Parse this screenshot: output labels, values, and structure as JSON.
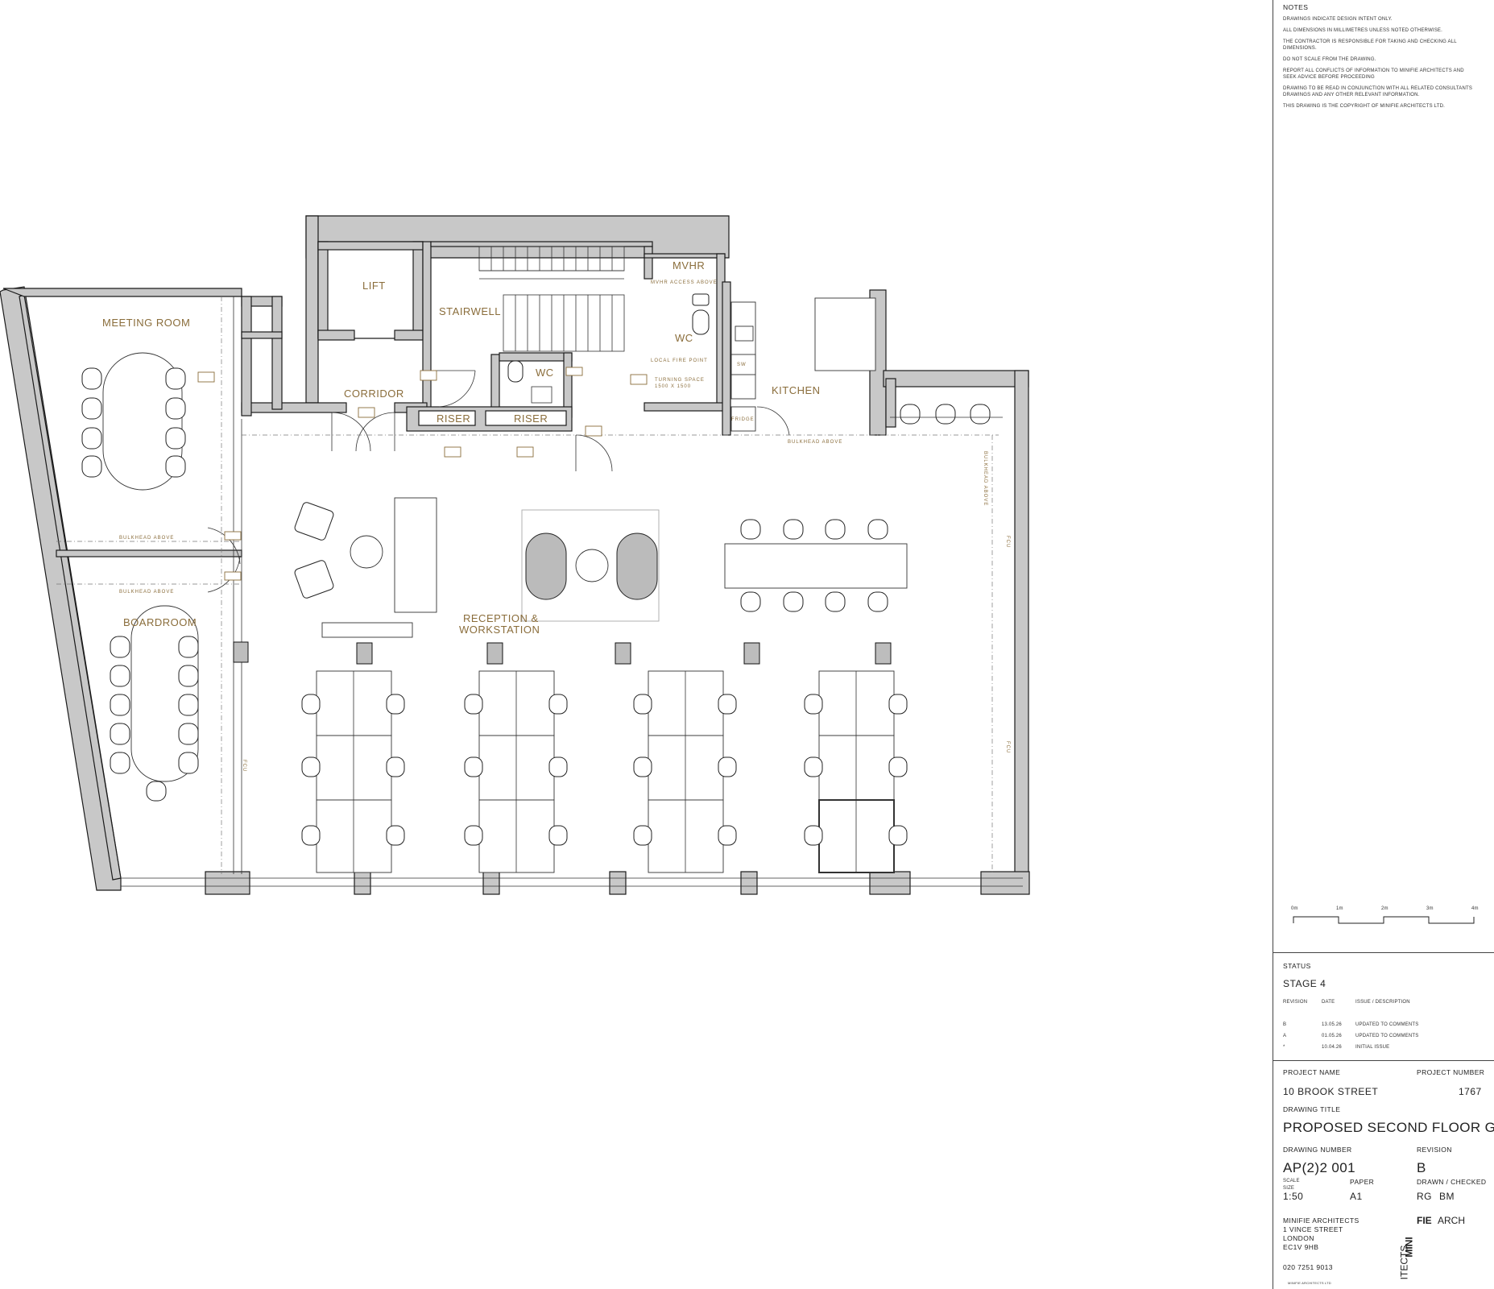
{
  "plan": {
    "rooms": {
      "meeting_room": "MEETING ROOM",
      "boardroom": "BOARDROOM",
      "lift": "LIFT",
      "stairwell": "STAIRWELL",
      "corridor": "CORRIDOR",
      "riser_1": "RISER",
      "riser_2": "RISER",
      "wc_1": "WC",
      "wc_2": "WC",
      "mvhr": "MVHR",
      "kitchen": "KITCHEN",
      "reception": "RECEPTION &",
      "workstation": "WORKSTATION"
    },
    "notes": {
      "mvhr_access": "MVHR ACCESS ABOVE",
      "local_fire_point": "LOCAL FIRE POINT",
      "turning_space": "TURNING SPACE",
      "turning_space_dims": "1500 X 1500",
      "bulkhead_above_1": "BULKHEAD ABOVE",
      "bulkhead_above_2": "BULKHEAD ABOVE",
      "bulkhead_above_3": "BULKHEAD ABOVE",
      "bulkhead_above_vert": "BULKHEAD ABOVE",
      "fridge": "FRIDGE",
      "sw": "SW",
      "fcu_1": "FCU",
      "fcu_2": "FCU",
      "fcu_3": "FCU"
    }
  },
  "panel": {
    "notes_title": "NOTES",
    "notes": [
      "DRAWINGS INDICATE DESIGN INTENT ONLY.",
      "ALL DIMENSIONS IN MILLIMETRES UNLESS NOTED OTHERWISE.",
      "THE CONTRACTOR IS RESPONSIBLE FOR TAKING AND CHECKING ALL DIMENSIONS.",
      "DO NOT SCALE FROM THE DRAWING.",
      "REPORT ALL CONFLICTS OF INFORMATION TO MINIFIE ARCHITECTS AND SEEK ADVICE BEFORE PROCEEDING",
      "DRAWING TO BE READ IN CONJUNCTION WITH ALL RELATED CONSULTANTS DRAWINGS AND ANY OTHER RELEVANT INFORMATION.",
      "THIS DRAWING IS THE COPYRIGHT OF MINIFIE ARCHITECTS LTD."
    ],
    "scale_bar": [
      "0m",
      "1m",
      "2m",
      "3m",
      "4m"
    ],
    "status_label": "STATUS",
    "status_value": "STAGE 4",
    "revision_headers": {
      "revision": "REVISION",
      "date": "DATE",
      "issue": "ISSUE / DESCRIPTION"
    },
    "revisions": [
      {
        "rev": "B",
        "date": "13.05.26",
        "desc": "UPDATED TO COMMENTS"
      },
      {
        "rev": "A",
        "date": "01.05.26",
        "desc": "UPDATED TO COMMENTS"
      },
      {
        "rev": "*",
        "date": "10.04.26",
        "desc": "INITIAL ISSUE"
      }
    ],
    "project_name_label": "PROJECT NAME",
    "project_name": "10 BROOK STREET",
    "project_number_label": "PROJECT NUMBER",
    "project_number": "1767",
    "drawing_title_label": "DRAWING TITLE",
    "drawing_title": "PROPOSED SECOND FLOOR GA",
    "drawing_number_label": "DRAWING NUMBER",
    "drawing_number": "AP(2)2 001",
    "revision_label": "REVISION",
    "revision": "B",
    "scale_label": "SCALE",
    "size_label": "SIZE",
    "scale": "1:50",
    "paper_label": "PAPER",
    "paper": "A1",
    "drawn_label": "DRAWN / CHECKED",
    "drawn_by": "RG",
    "checked_by": "BM",
    "office": [
      "MINIFIE ARCHITECTS",
      "1 VINCE STREET",
      "LONDON",
      "EC1V 9HB"
    ],
    "phone": "020 7251 9013",
    "footer": "MINIFIE ARCHITECTS LTD",
    "logo_words": [
      "MINI",
      "FIE",
      "ARCH",
      "ITECTS"
    ]
  }
}
